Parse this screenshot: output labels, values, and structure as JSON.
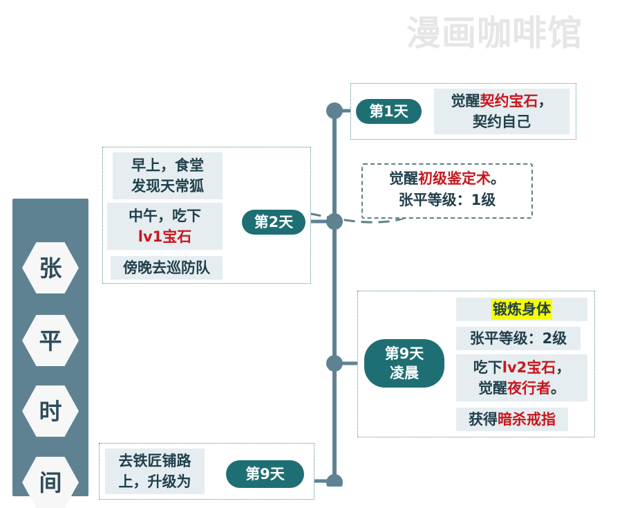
{
  "watermark": "漫画咖啡馆",
  "vertical_bar": {
    "chars": [
      "张",
      "平",
      "时",
      "间"
    ]
  },
  "day1": {
    "label": "第1天",
    "leaf": {
      "pre": "觉醒",
      "red": "契约宝石",
      "post": "，",
      "line2": "契约自己"
    }
  },
  "day2": {
    "label": "第2天",
    "leaves": {
      "morning_line1": "早上，食堂",
      "morning_line2": "发现天常狐",
      "noon_line1": "中午，吃下",
      "noon_line2": "lv1宝石",
      "evening": "傍晚去巡防队"
    },
    "note": {
      "pre": "觉醒",
      "red": "初级鉴定术",
      "post": "。",
      "line2": "张平等级：1级"
    }
  },
  "day9_dawn": {
    "label_line1": "第9天",
    "label_line2": "凌晨",
    "leaves": {
      "train": "锻炼身体",
      "level": "张平等级：2级",
      "eat_pre": "吃下",
      "eat_red": "lv2宝石",
      "eat_post": "，",
      "awake_pre": "觉醒",
      "awake_red": "夜行者",
      "awake_post": "。",
      "get_pre": "获得",
      "get_red": "暗杀戒指"
    }
  },
  "day9_b": {
    "label": "第9天",
    "leaf_line1": "去铁匠铺路",
    "leaf_line2": "上，升级为"
  },
  "colors": {
    "trunk": "#5f8293",
    "pill": "#1e6f73",
    "leaf_bg": "#e5edf0",
    "red_text": "#c8161d",
    "highlight": "#f7ff00"
  }
}
